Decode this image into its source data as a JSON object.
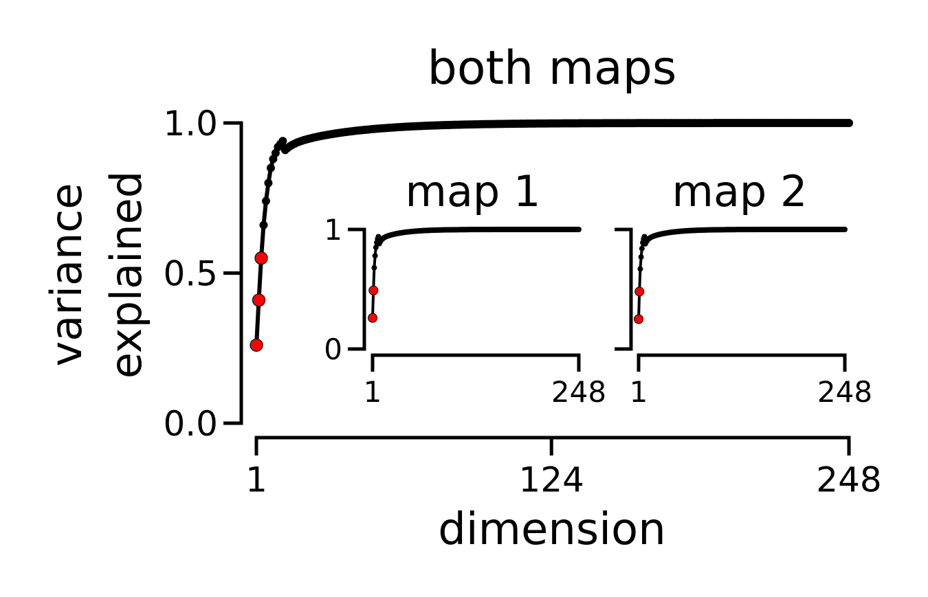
{
  "chart_data": [
    {
      "type": "scatter",
      "title": "both maps",
      "xlabel": "dimension",
      "ylabel_lines": [
        "variance",
        "explained"
      ],
      "xlim": [
        1,
        248
      ],
      "ylim": [
        0,
        1
      ],
      "xticks": [
        1,
        124,
        248
      ],
      "xtick_labels": [
        "1",
        "124",
        "248"
      ],
      "yticks": [
        0,
        0.5,
        1
      ],
      "ytick_labels": [
        "0.0",
        "0.5",
        "1.0"
      ],
      "grid": false,
      "n_points": 248,
      "highlight_indices": [
        1,
        2,
        3
      ],
      "curve_model": {
        "a": 0.26,
        "k1": 0.3,
        "k2": 0.035,
        "w": 0.85
      },
      "series": [
        {
          "values_first": [
            0.26,
            0.41,
            0.55,
            0.66,
            0.74,
            0.8,
            0.85,
            0.88,
            0.9,
            0.92,
            0.93,
            0.94
          ],
          "line_color": "#000000",
          "point_color": "#000000",
          "highlight_color": "#ff0000"
        }
      ]
    },
    {
      "type": "scatter",
      "title": "map 1",
      "xlim": [
        1,
        248
      ],
      "ylim": [
        0,
        1
      ],
      "xticks": [
        1,
        248
      ],
      "xtick_labels": [
        "1",
        "248"
      ],
      "yticks": [
        0,
        1
      ],
      "ytick_labels": [
        "0",
        "1"
      ],
      "n_points": 248,
      "highlight_indices": [
        1,
        2
      ],
      "curve_model": {
        "a": 0.26,
        "k1": 0.35,
        "k2": 0.04,
        "w": 0.85
      },
      "series": [
        {
          "values_first": [
            0.26,
            0.49,
            0.68,
            0.78,
            0.85,
            0.89,
            0.92,
            0.94
          ],
          "line_color": "#000000",
          "point_color": "#000000",
          "highlight_color": "#ff0000"
        }
      ]
    },
    {
      "type": "scatter",
      "title": "map 2",
      "xlim": [
        1,
        248
      ],
      "ylim": [
        0,
        1
      ],
      "xticks": [
        1,
        248
      ],
      "xtick_labels": [
        "1",
        "248"
      ],
      "yticks": [
        0,
        1
      ],
      "ytick_labels": [],
      "n_points": 248,
      "highlight_indices": [
        1,
        2
      ],
      "curve_model": {
        "a": 0.25,
        "k1": 0.35,
        "k2": 0.04,
        "w": 0.85
      },
      "series": [
        {
          "values_first": [
            0.25,
            0.48,
            0.67,
            0.77,
            0.84,
            0.89,
            0.92,
            0.94
          ],
          "line_color": "#000000",
          "point_color": "#000000",
          "highlight_color": "#ff0000"
        }
      ]
    }
  ]
}
